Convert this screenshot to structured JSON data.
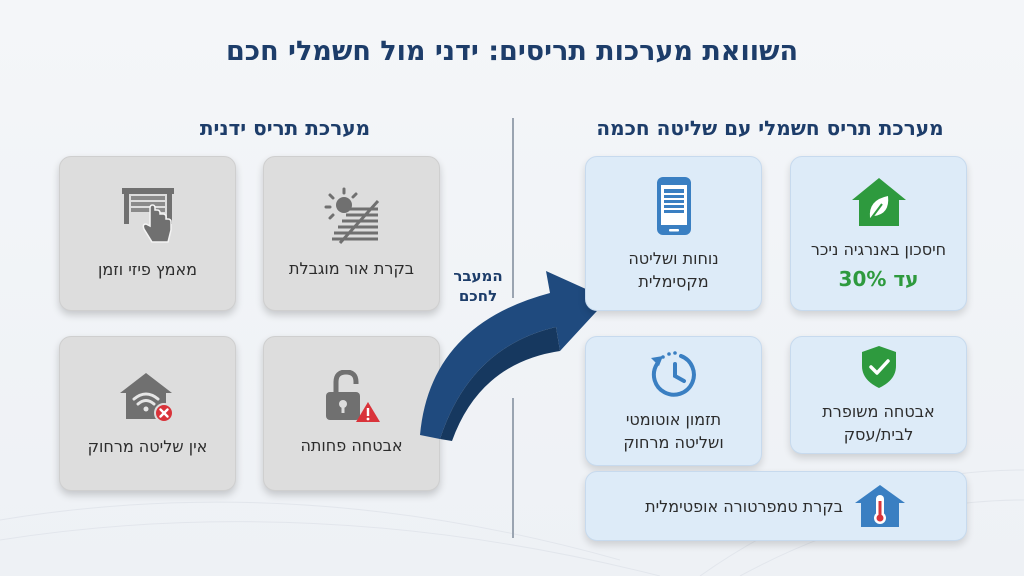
{
  "title": "השוואת מערכות תריסים: ידני מול חשמלי חכם",
  "manual": {
    "heading": "מערכת תריס ידנית",
    "cards": [
      {
        "label": "בקרת אור מוגבלת",
        "icon": "sun-blinds-icon"
      },
      {
        "label": "מאמץ פיזי וזמן",
        "icon": "hand-shutter-icon"
      },
      {
        "label": "אבטחה פחותה",
        "icon": "unlocked-padlock-warning-icon"
      },
      {
        "label": "אין שליטה מרחוק",
        "icon": "house-wifi-off-icon"
      }
    ]
  },
  "transition": {
    "line1": "המעבר",
    "line2": "לחכם"
  },
  "smart": {
    "heading": "מערכת תריס חשמלי עם שליטה חכמה",
    "cards": [
      {
        "label": "חיסכון באנרגיה ניכר",
        "value": "עד 30%",
        "icon": "eco-house-leaf-icon"
      },
      {
        "label": "נוחות ושליטה מקסימלית",
        "icon": "smartphone-shutter-icon"
      },
      {
        "label": "אבטחה משופרת לבית/עסק",
        "icon": "shield-check-icon"
      },
      {
        "label": "תזמון אוטומטי ושליטה מרחוק",
        "icon": "clock-timer-icon"
      },
      {
        "label": "בקרת טמפרטורה אופטימלית",
        "icon": "house-thermometer-icon"
      }
    ]
  },
  "colors": {
    "title": "#1d3d6a",
    "manual_card": "#dddddd",
    "smart_card": "#ddebf8",
    "accent_green": "#2e9a3e",
    "icon_blue": "#3a7fc2",
    "arrow": "#1f4a7e"
  }
}
